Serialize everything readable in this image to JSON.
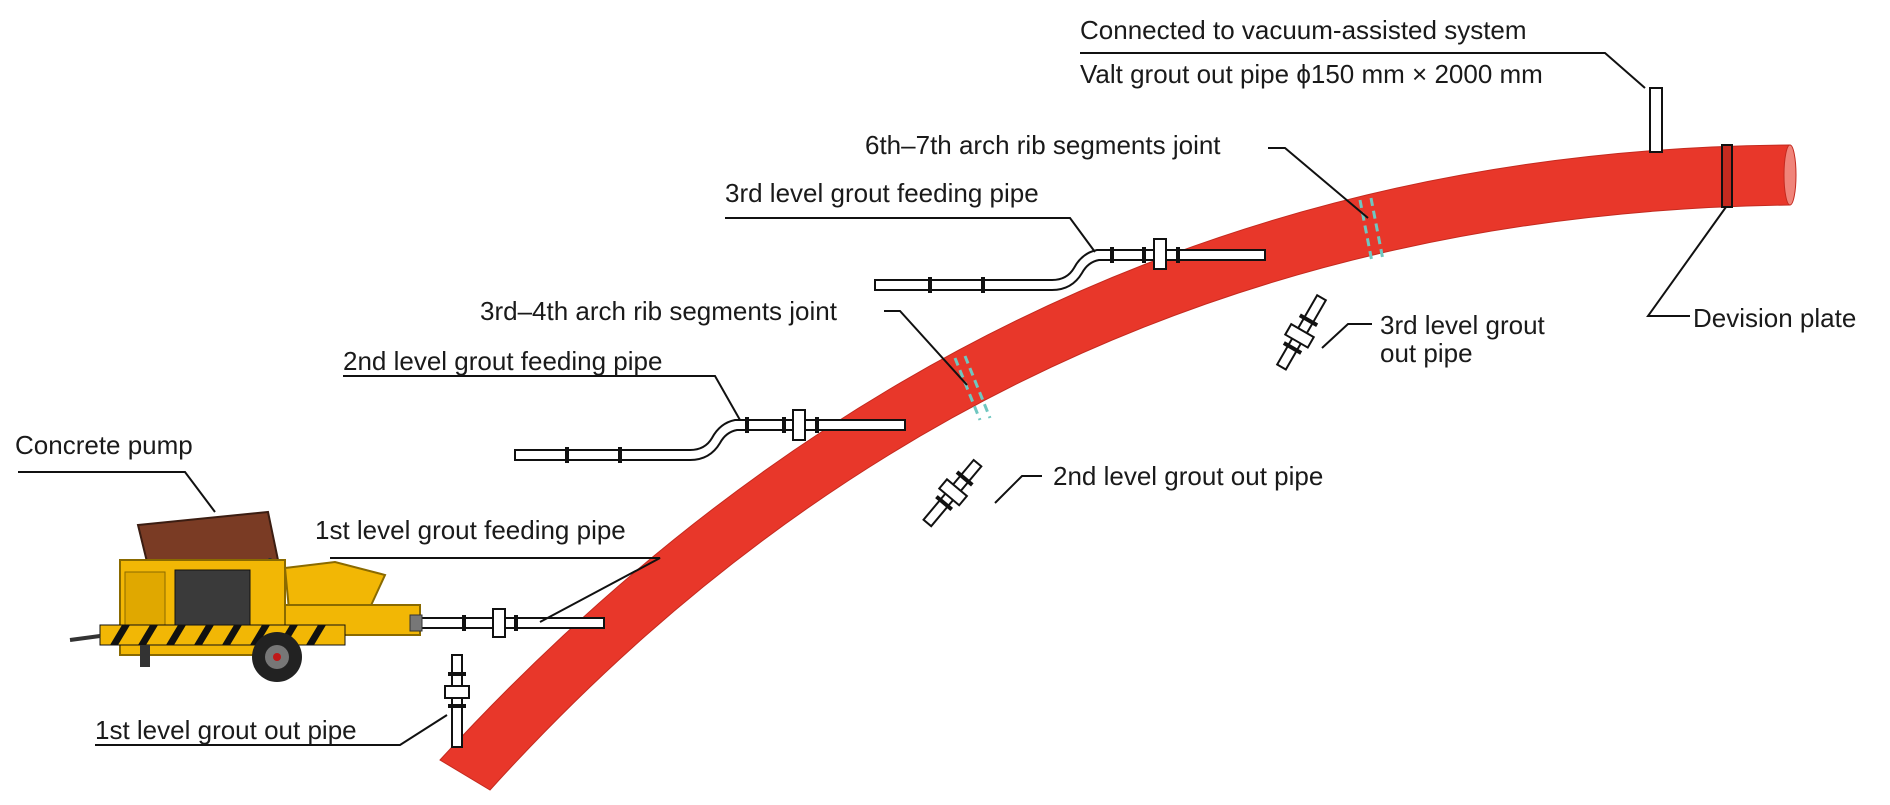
{
  "labels": {
    "concrete_pump": "Concrete pump",
    "feed_1": "1st level grout feeding pipe",
    "feed_2": "2nd level grout feeding pipe",
    "feed_3": "3rd level grout feeding pipe",
    "out_1": "1st level grout out pipe",
    "out_2": "2nd level grout out pipe",
    "out_3_line1": "3rd level grout",
    "out_3_line2": "out pipe",
    "joint_34": "3rd–4th arch rib segments joint",
    "joint_67": "6th–7th arch rib segments joint",
    "vacuum": "Connected to vacuum-assisted system",
    "valt_pipe": "Valt grout out pipe ϕ150 mm × 2000 mm",
    "division_plate": "Devision plate"
  },
  "colors": {
    "arch_rib": "#e8372a",
    "joint_marker": "#6fc7c0",
    "pump_body": "#f2b705",
    "pump_canopy": "#7a3b24",
    "stroke": "#111111"
  },
  "icons": {
    "pump": "concrete-pump-trailer-icon"
  }
}
